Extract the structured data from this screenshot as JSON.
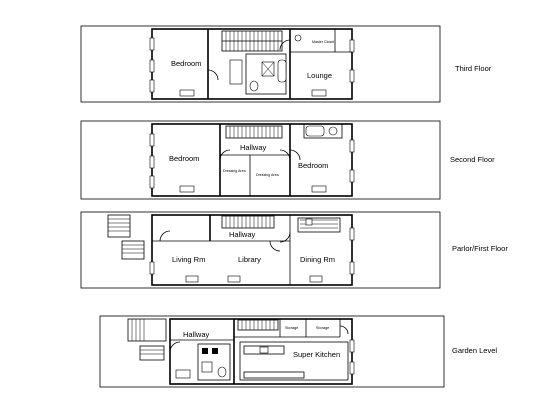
{
  "floors": [
    {
      "id": "third",
      "name": "Third Floor",
      "rooms": [
        "Bedroom",
        "Lounge",
        "Master Closet"
      ]
    },
    {
      "id": "second",
      "name": "Second Floor",
      "rooms": [
        "Bedroom",
        "Hallway",
        "Bedroom",
        "Dressing Area",
        "Dressing Area"
      ]
    },
    {
      "id": "parlor",
      "name": "Parlor/First Floor",
      "rooms": [
        "Hallway",
        "Living Rm",
        "Library",
        "Dining Rm"
      ]
    },
    {
      "id": "garden",
      "name": "Garden Level",
      "rooms": [
        "Storage",
        "Storage",
        "Hallway",
        "Super Kitchen"
      ]
    }
  ]
}
